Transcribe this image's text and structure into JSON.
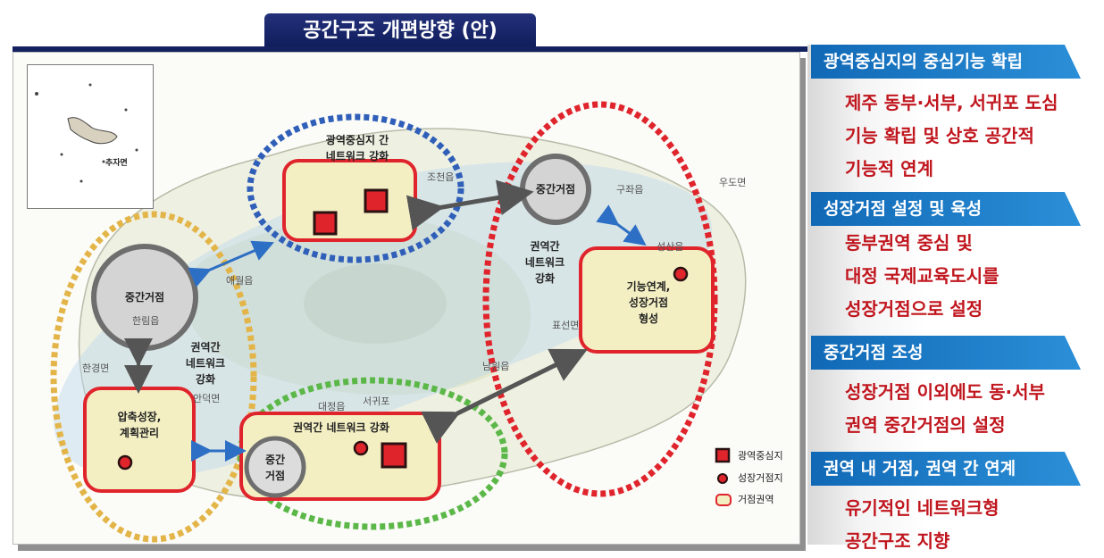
{
  "title": "공간구조 개편방향 (안)",
  "map": {
    "inset_label": "추자면",
    "hubs": {
      "north_mid": "중간거점",
      "west_mid": "중간거점",
      "south_mid": "중간\n거점"
    },
    "labels": {
      "north_region": "광역중심지 간\n네트워크 강화",
      "east_center": "권역간\n네트워크\n강화",
      "west_center": "권역간\n네트워크\n강화",
      "east_box": "기능연계,\n성장거점\n형성",
      "west_box": "압축성장,\n계획관리",
      "south_box": "권역간 네트워크 강화"
    },
    "place_names": [
      "한림읍",
      "애월읍",
      "한경면",
      "안덕면",
      "대정읍",
      "서귀포",
      "남원읍",
      "표선면",
      "성산읍",
      "구좌읍",
      "조천읍",
      "우도면"
    ]
  },
  "legend": [
    {
      "label": "광역중심지",
      "icon": "red-square-icon"
    },
    {
      "label": "성장거점지",
      "icon": "red-dot-icon"
    },
    {
      "label": "거점권역",
      "icon": "red-rounded-rect-icon"
    }
  ],
  "sections": [
    {
      "header": "광역중심지의 중심기능 확립",
      "lines": [
        "제주 동부·서부, 서귀포 도심",
        "기능 확립 및 상호 공간적",
        "기능적 연계"
      ]
    },
    {
      "header": "성장거점 설정 및 육성",
      "lines": [
        "동부권역 중심 및",
        "대정 국제교육도시를",
        "성장거점으로 설정"
      ]
    },
    {
      "header": "중간거점 조성",
      "lines": [
        "성장거점 이외에도 동·서부",
        "권역 중간거점의 설정"
      ]
    },
    {
      "header": "권역 내 거점, 권역 간 연계",
      "lines": [
        "유기적인 네트워크형",
        "공간구조 지향"
      ]
    }
  ],
  "colors": {
    "title_bg": "#13215f",
    "header_bg": "#1a7bc9",
    "body_text": "#c0161e",
    "region_red": "#e0242c"
  }
}
